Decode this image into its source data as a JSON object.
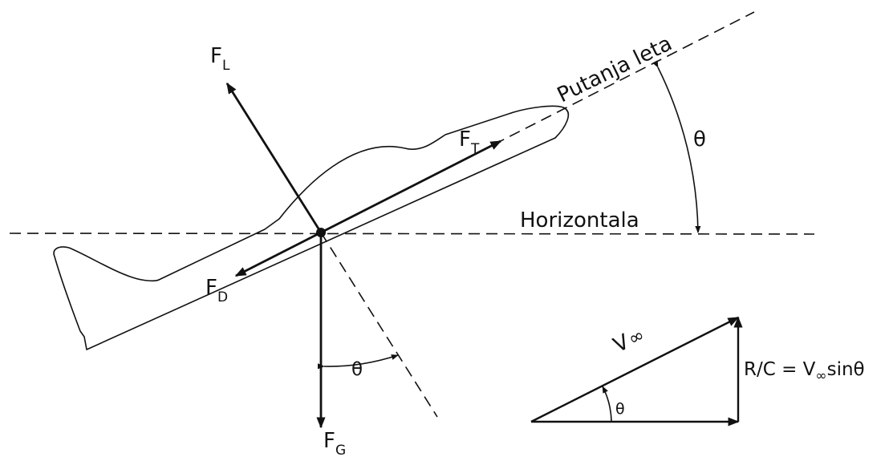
{
  "colors": {
    "ink": "#111111",
    "background": "#ffffff"
  },
  "labels": {
    "flight_path": "Putanja leta",
    "horizontal": "Horizontala",
    "theta_main": "θ",
    "theta_gravity": "θ",
    "theta_triangle": "θ",
    "lift": {
      "symbol": "F",
      "subscript": "L"
    },
    "thrust": {
      "symbol": "F",
      "subscript": "T"
    },
    "drag": {
      "symbol": "F",
      "subscript": "D"
    },
    "gravity": {
      "symbol": "F",
      "subscript": "G"
    },
    "velocity": {
      "symbol": "V",
      "subscript": "∞"
    },
    "rate_of_climb": {
      "lhs": "R/C = V",
      "subscript": "∞",
      "rhs": "sinθ"
    }
  }
}
